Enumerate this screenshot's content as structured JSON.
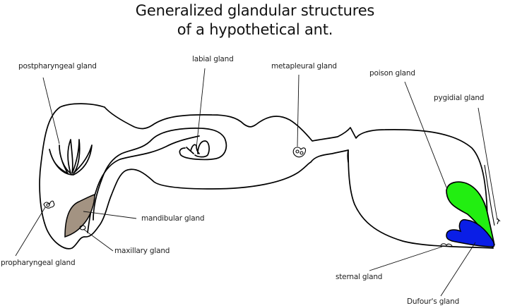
{
  "title": {
    "line1": "Generalized glandular structures",
    "line2": "of a hypothetical ant."
  },
  "labels": {
    "postpharyngeal": "postpharyngeal gland",
    "labial": "labial gland",
    "metapleural": "metapleural gland",
    "poison": "poison gland",
    "pygidial": "pygidial gland",
    "mandibular": "mandibular gland",
    "maxillary": "maxillary gland",
    "propharyngeal": "propharyngeal gland",
    "sternal": "sternal gland",
    "dufours": "Dufour's gland"
  },
  "colors": {
    "mandibular_gland": "#a39382",
    "poison_gland": "#22ee11",
    "dufours_gland": "#0a1ee6",
    "outline": "#000000"
  }
}
